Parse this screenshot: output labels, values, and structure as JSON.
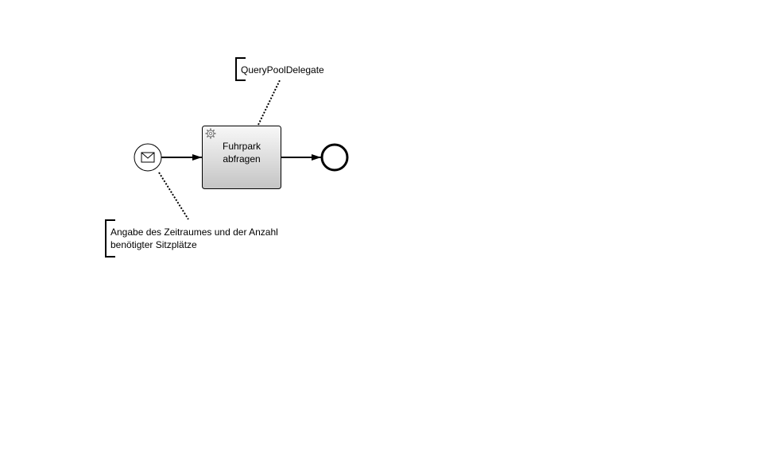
{
  "diagram": {
    "type": "BPMN process",
    "elements": {
      "start_event": {
        "kind": "message start event",
        "icon": "envelope-icon"
      },
      "task": {
        "kind": "service task",
        "icon": "gear-icon",
        "label_line1": "Fuhrpark",
        "label_line2": "abfragen"
      },
      "end_event": {
        "kind": "end event"
      }
    },
    "annotations": {
      "delegate": {
        "text": "QueryPoolDelegate",
        "attached_to": "task"
      },
      "start_note": {
        "line1": "Angabe des Zeitraumes und der Anzahl",
        "line2": "benötigter Sitzplätze",
        "attached_to": "start_event"
      }
    },
    "flows": [
      {
        "from": "start_event",
        "to": "task"
      },
      {
        "from": "task",
        "to": "end_event"
      }
    ]
  }
}
